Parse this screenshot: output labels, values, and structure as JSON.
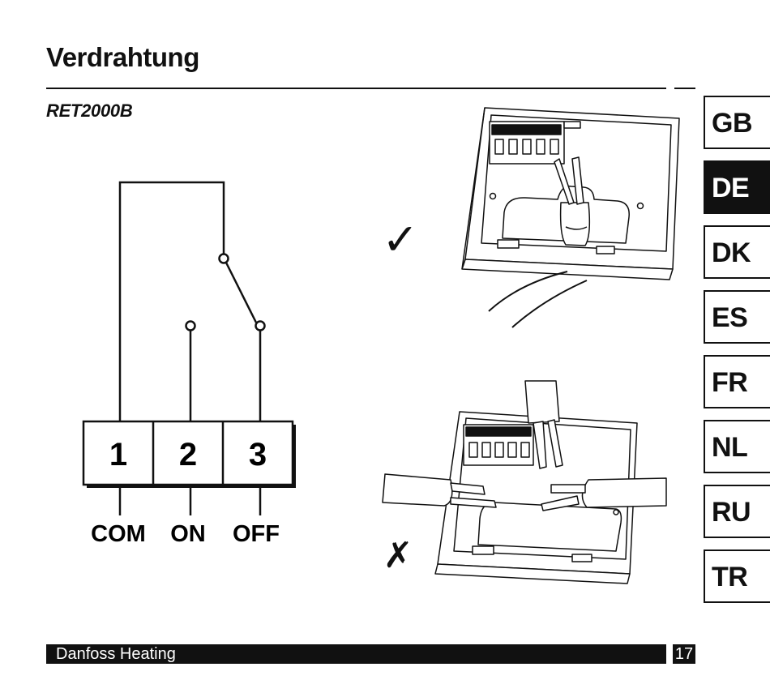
{
  "header": {
    "title": "Verdrahtung",
    "model": "RET2000B"
  },
  "terminals": [
    {
      "number": "1",
      "label": "COM"
    },
    {
      "number": "2",
      "label": "ON"
    },
    {
      "number": "3",
      "label": "OFF"
    }
  ],
  "marks": {
    "correct": "✓",
    "incorrect": "✗"
  },
  "languages": [
    {
      "code": "GB",
      "active": false
    },
    {
      "code": "DE",
      "active": true
    },
    {
      "code": "DK",
      "active": false
    },
    {
      "code": "ES",
      "active": false
    },
    {
      "code": "FR",
      "active": false
    },
    {
      "code": "NL",
      "active": false
    },
    {
      "code": "RU",
      "active": false
    },
    {
      "code": "TR",
      "active": false
    }
  ],
  "footer": {
    "brand": "Danfoss Heating",
    "page": "17"
  },
  "colors": {
    "ink": "#111111",
    "paper": "#ffffff"
  }
}
